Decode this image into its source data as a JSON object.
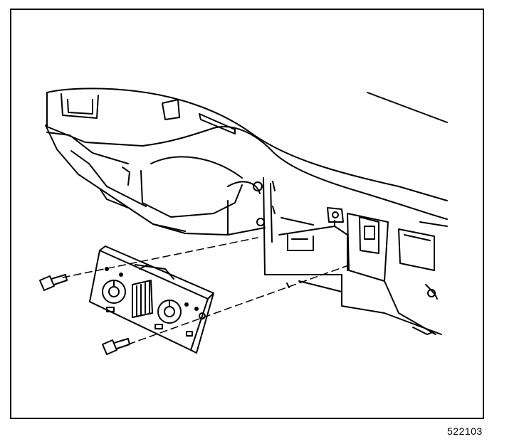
{
  "figure": {
    "reference_number": "522103",
    "ink_color": "#000000",
    "paper_color": "#ffffff"
  },
  "parts": [
    "dashboard-assembly",
    "hvac-control-panel",
    "mounting-screw-upper",
    "mounting-screw-lower"
  ]
}
